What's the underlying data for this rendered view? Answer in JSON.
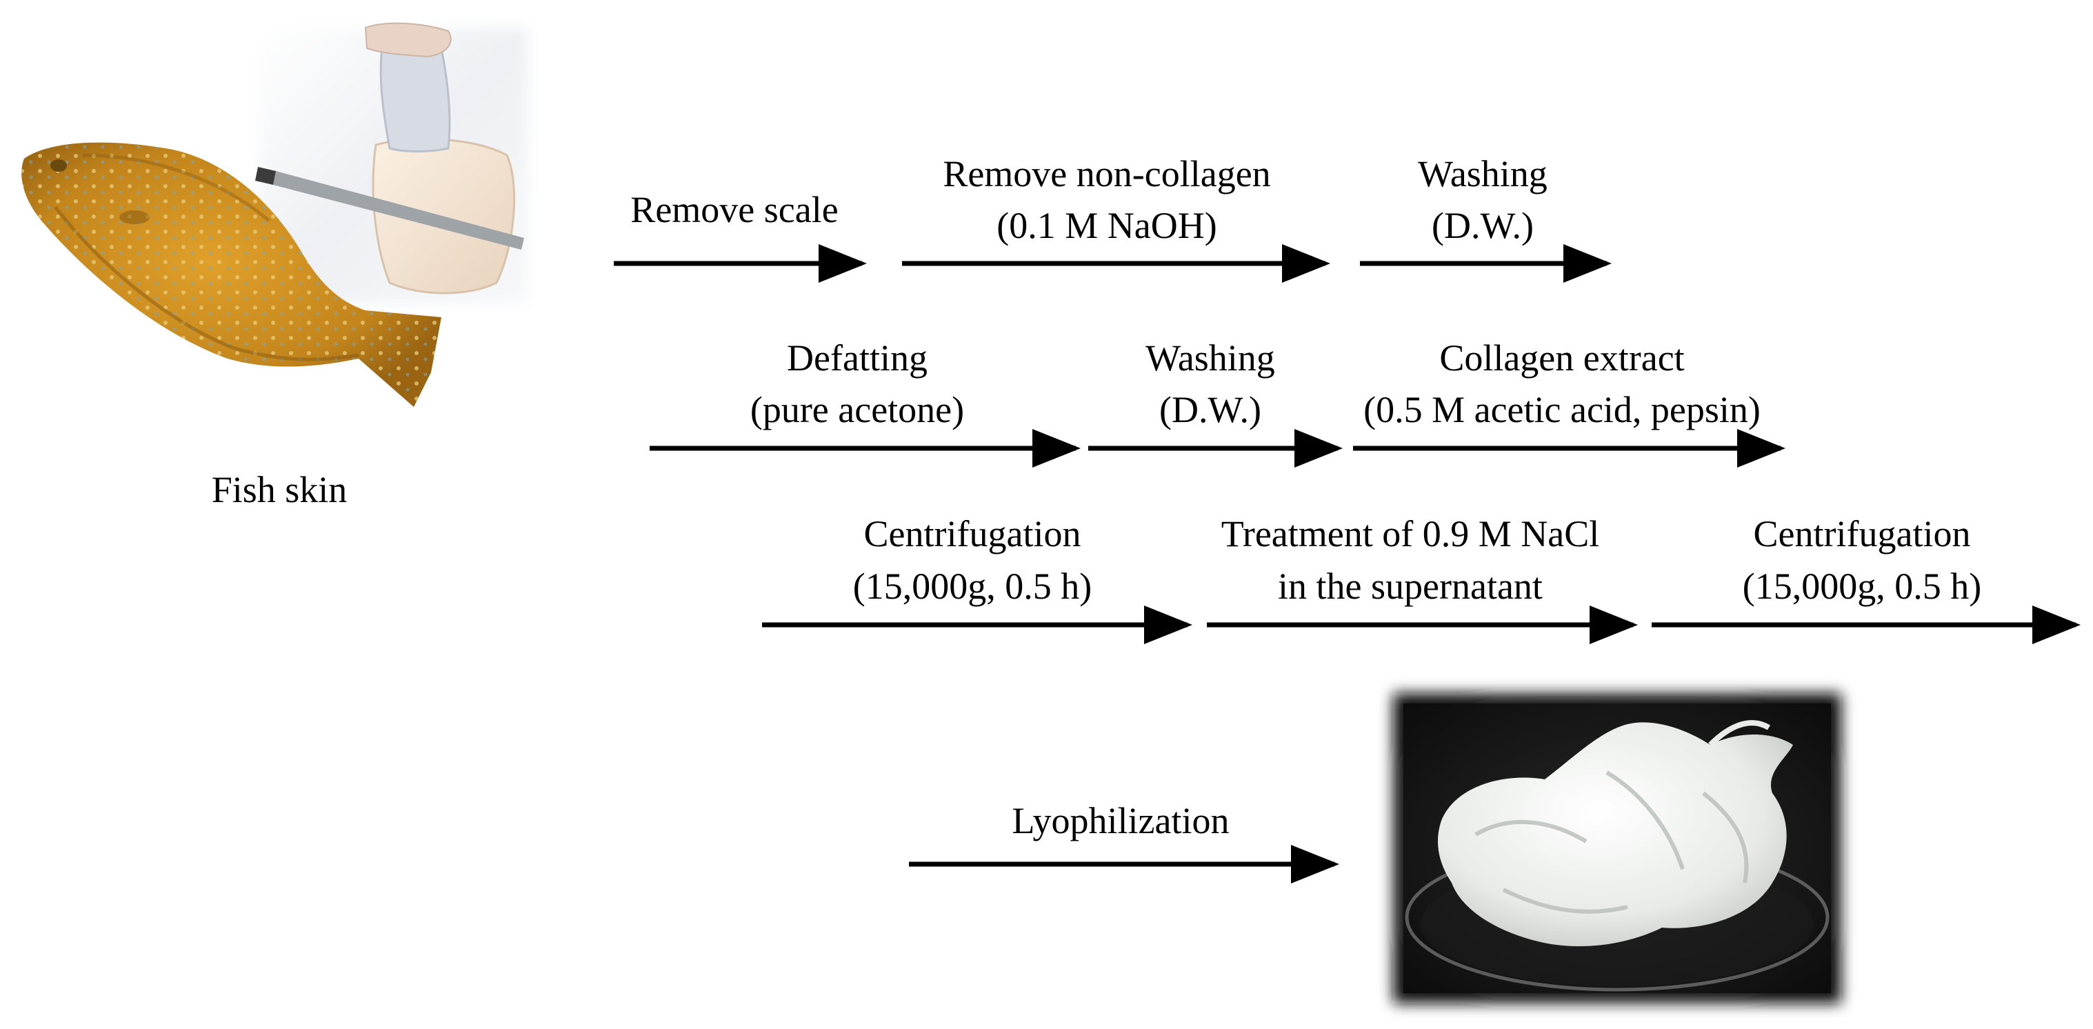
{
  "source_label": "Fish skin",
  "steps": [
    {
      "lines": [
        "Remove scale"
      ]
    },
    {
      "lines": [
        "Remove non-collagen",
        "(0.1 M NaOH)"
      ]
    },
    {
      "lines": [
        "Washing",
        "(D.W.)"
      ]
    },
    {
      "lines": [
        "Defatting",
        "(pure acetone)"
      ]
    },
    {
      "lines": [
        "Washing",
        "(D.W.)"
      ]
    },
    {
      "lines": [
        "Collagen  extract",
        "(0.5 M acetic acid,  pepsin)"
      ]
    },
    {
      "lines": [
        "Centrifugation",
        "(15,000g,  0.5 h)"
      ]
    },
    {
      "lines": [
        "Treatment of 0.9 M NaCl",
        "in the supernatant"
      ]
    },
    {
      "lines": [
        "Centrifugation",
        "(15,000g,  0.5 h)"
      ]
    },
    {
      "lines": [
        "Lyophilization"
      ]
    }
  ],
  "colors": {
    "arrow": "#000000",
    "fish_body": "#c98a1e",
    "fish_spots": "#e8c770",
    "collagen": "#f2f4f2",
    "dish_background": "#151515"
  }
}
